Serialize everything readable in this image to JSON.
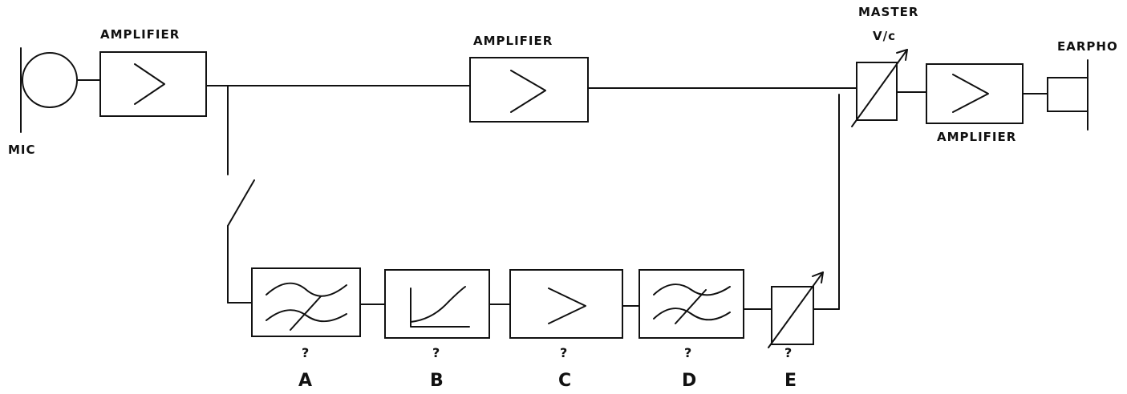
{
  "labels": {
    "mic": "MIC",
    "amplifier_1": "AMPLIFIER",
    "amplifier_2": "AMPLIFIER",
    "master_1": "MASTER",
    "master_2": "V/c",
    "amplifier_3": "AMPLIFIER",
    "earphone": "EARPHO"
  },
  "blocks": [
    {
      "question": "?",
      "letter": "A",
      "symbol": "filter-icon"
    },
    {
      "question": "?",
      "letter": "B",
      "symbol": "response-curve-icon"
    },
    {
      "question": "?",
      "letter": "C",
      "symbol": "amplifier-icon"
    },
    {
      "question": "?",
      "letter": "D",
      "symbol": "filter-icon"
    },
    {
      "question": "?",
      "letter": "E",
      "symbol": "variable-control-icon"
    }
  ]
}
